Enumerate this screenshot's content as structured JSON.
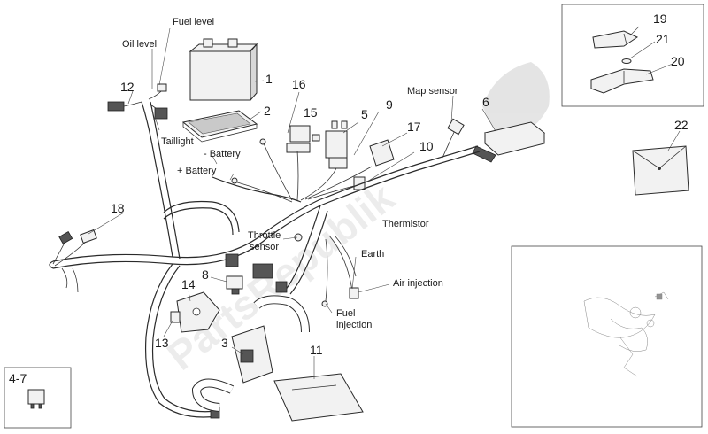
{
  "callouts": {
    "c1": "1",
    "c2": "2",
    "c3": "3",
    "c4_7": "4-7",
    "c5": "5",
    "c6": "6",
    "c8": "8",
    "c9": "9",
    "c10": "10",
    "c11": "11",
    "c12": "12",
    "c13": "13",
    "c14": "14",
    "c15": "15",
    "c16": "16",
    "c17": "17",
    "c18": "18",
    "c19": "19",
    "c20": "20",
    "c21": "21",
    "c22": "22"
  },
  "labels": {
    "fuel_level": "Fuel level",
    "oil_level": "Oil level",
    "taillight": "Taillight",
    "minus_battery": "- Battery",
    "plus_battery": "+ Battery",
    "map_sensor": "Map sensor",
    "thermistor": "Thermistor",
    "throttle_sensor_1": "Throttle",
    "throttle_sensor_2": "sensor",
    "earth": "Earth",
    "air_injection": "Air injection",
    "fuel_injection_1": "Fuel",
    "fuel_injection_2": "injection"
  },
  "watermark": "PartsRepublik",
  "colors": {
    "line": "#2a2a2a",
    "background": "#ffffff",
    "watermark": "#000000"
  }
}
